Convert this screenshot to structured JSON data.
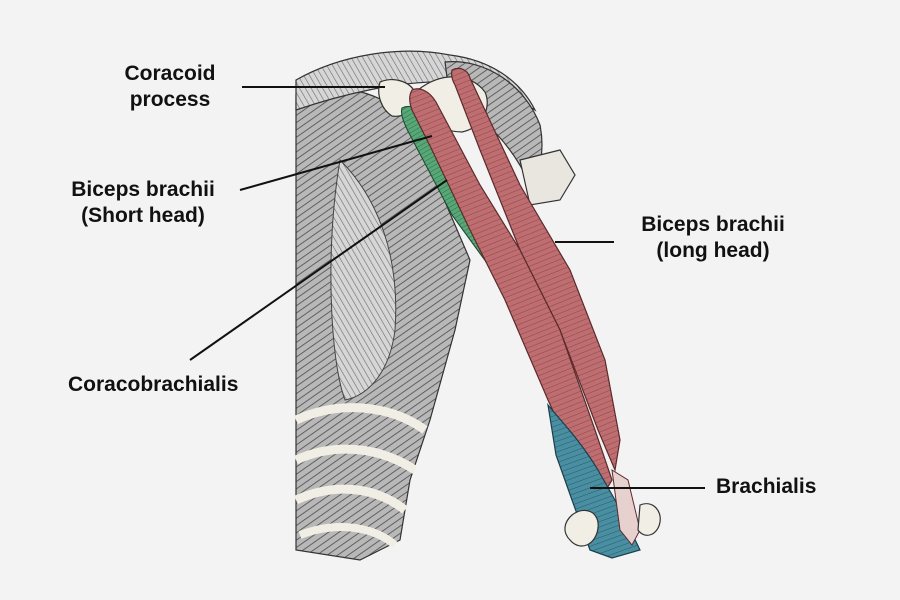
{
  "colors": {
    "background": "#f3f3f3",
    "biceps": "#b9696b",
    "biceps_dark": "#7c3a3c",
    "coracobrachialis": "#4e9a6c",
    "brachialis": "#3f7f91",
    "bone": "#f1eee6",
    "ribcage_shade": "#8c8c8c",
    "leader_line": "#111111"
  },
  "labels": {
    "coracoid": {
      "line1": "Coracoid",
      "line2": "process"
    },
    "biceps_short": {
      "line1": "Biceps brachii",
      "line2": "(Short head)"
    },
    "coracobrachialis": {
      "text": "Coracobrachialis"
    },
    "biceps_long": {
      "line1": "Biceps brachii",
      "line2": "(long head)"
    },
    "brachialis": {
      "text": "Brachialis"
    }
  }
}
